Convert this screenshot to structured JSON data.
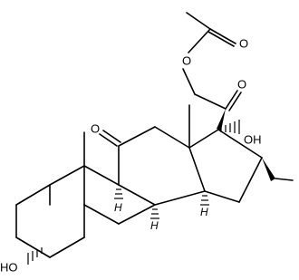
{
  "atoms": {
    "o_ester": "O",
    "o_acetyl": "O",
    "o_c20": "O",
    "oh_c17": "OH",
    "o_c11": "O",
    "ho_c3": "HO",
    "h_c9": "H",
    "h_c8": "H",
    "h_c14": "H"
  },
  "colors": {
    "bond": "#000000",
    "background": "#ffffff"
  }
}
